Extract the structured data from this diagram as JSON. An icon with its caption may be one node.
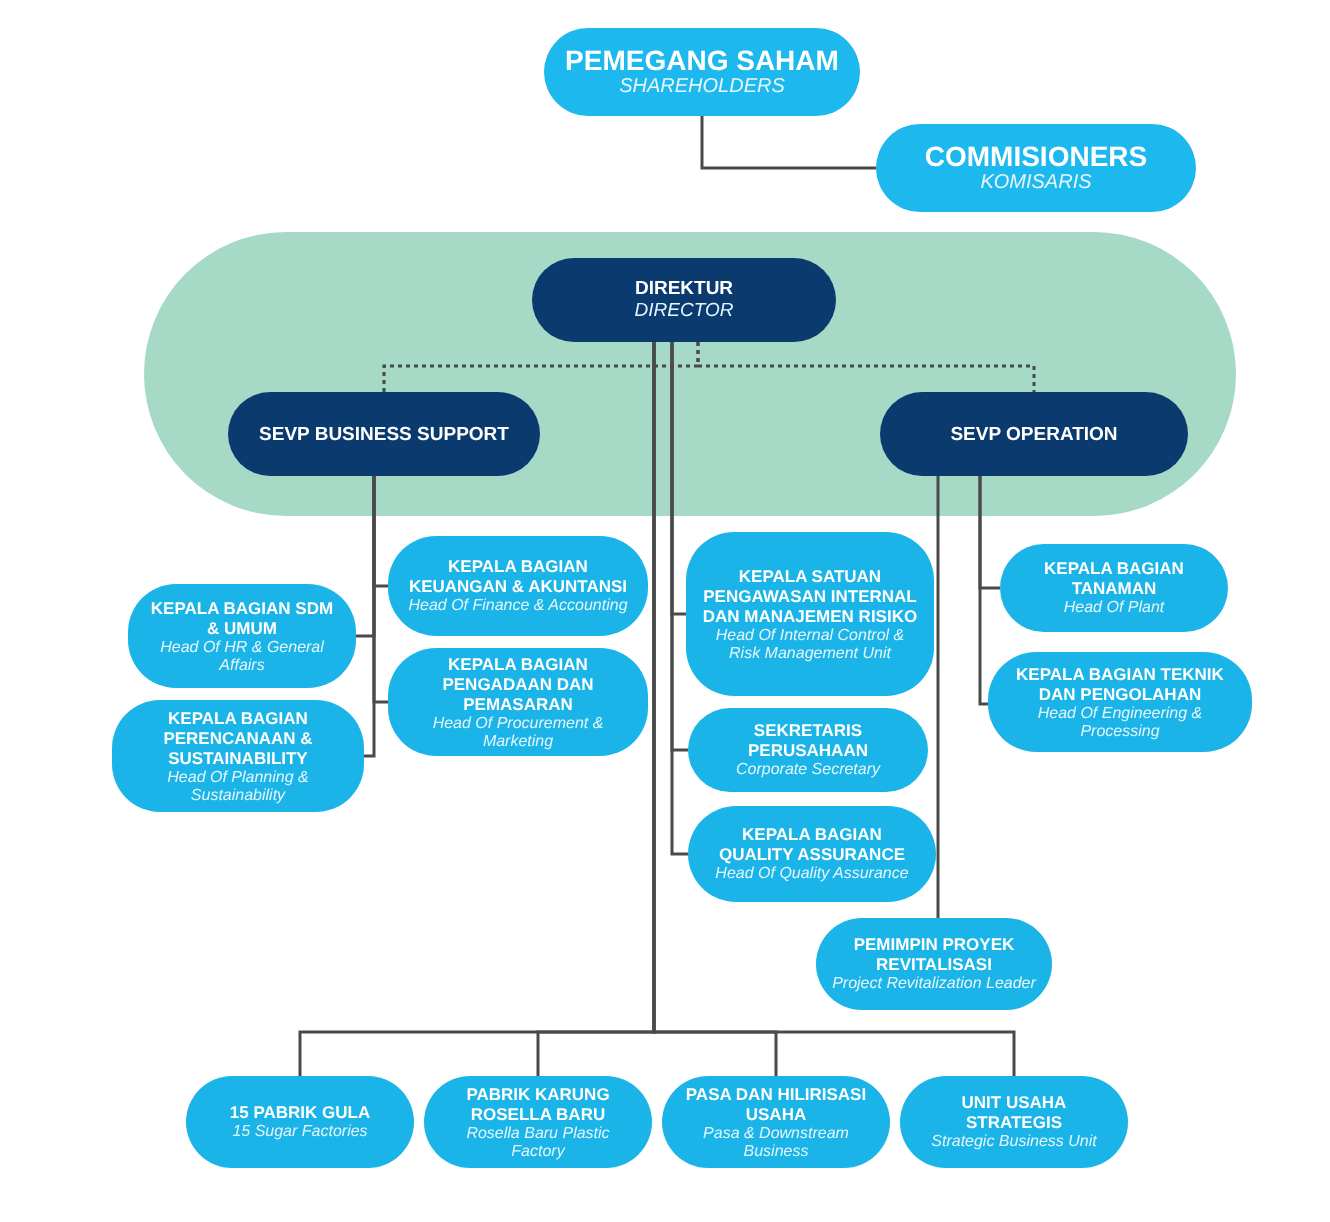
{
  "diagram": {
    "nodes": [
      {
        "text": [
          "PEMEGANG SAHAM",
          "SHAREHOLDERS"
        ]
      },
      {
        "text": [
          "COMMISIONERS",
          "KOMISARIS"
        ]
      },
      {
        "text": [],
        "shape": "band"
      },
      {
        "text": [
          "DIREKTUR",
          "DIRECTOR"
        ],
        "in": 2
      },
      {
        "text": [
          "SEVP BUSINESS SUPPORT"
        ],
        "in": 2
      },
      {
        "text": [
          "SEVP OPERATION"
        ],
        "in": 2
      },
      {
        "text": [
          "KEPALA BAGIAN KEUANGAN & AKUNTANSI",
          "Head Of Finance & Accounting"
        ]
      },
      {
        "text": [
          "KEPALA BAGIAN SDM & UMUM",
          "Head Of HR & General Affairs"
        ]
      },
      {
        "text": [
          "KEPALA BAGIAN PENGADAAN DAN PEMASARAN",
          "Head Of Procurement & Marketing"
        ]
      },
      {
        "text": [
          "KEPALA BAGIAN PERENCANAAN & SUSTAINABILITY",
          "Head Of Planning & Sustainability"
        ]
      },
      {
        "text": [
          "KEPALA SATUAN PENGAWASAN INTERNAL DAN MANAJEMEN RISIKO",
          "Head Of Internal Control & Risk Management Unit"
        ]
      },
      {
        "text": [
          "SEKRETARIS PERUSAHAAN",
          "Corporate Secretary"
        ]
      },
      {
        "text": [
          "KEPALA BAGIAN QUALITY ASSURANCE",
          "Head Of Quality Assurance"
        ]
      },
      {
        "text": [
          "KEPALA BAGIAN TANAMAN",
          "Head Of Plant"
        ]
      },
      {
        "text": [
          "KEPALA BAGIAN TEKNIK DAN PENGOLAHAN",
          "Head Of Engineering & Processing"
        ]
      },
      {
        "text": [
          "PEMIMPIN PROYEK REVITALISASI",
          "Project Revitalization Leader"
        ]
      },
      {
        "text": [
          "15 PABRIK GULA",
          "15 Sugar Factories"
        ]
      },
      {
        "text": [
          "PABRIK KARUNG ROSELLA BARU",
          "Rosella Baru Plastic Factory"
        ]
      },
      {
        "text": [
          "PASA DAN HILIRISASI USAHA",
          "Pasa & Downstream Business"
        ]
      },
      {
        "text": [
          "UNIT USAHA STRATEGIS",
          "Strategic Business Unit"
        ]
      }
    ],
    "edges": [
      {
        "from": 0,
        "to": 1,
        "arrow": "none"
      },
      {
        "from": 3,
        "to": 4,
        "arrow": "none",
        "style": "dashed"
      },
      {
        "from": 3,
        "to": 5,
        "arrow": "none",
        "style": "dashed"
      },
      {
        "from": 4,
        "to": 6,
        "arrow": "none"
      },
      {
        "from": 4,
        "to": 7,
        "arrow": "none"
      },
      {
        "from": 4,
        "to": 8,
        "arrow": "none"
      },
      {
        "from": 4,
        "to": 9,
        "arrow": "none"
      },
      {
        "from": 3,
        "to": 10,
        "arrow": "none"
      },
      {
        "from": 3,
        "to": 11,
        "arrow": "none"
      },
      {
        "from": 3,
        "to": 12,
        "arrow": "none"
      },
      {
        "from": 5,
        "to": 13,
        "arrow": "none"
      },
      {
        "from": 5,
        "to": 14,
        "arrow": "none"
      },
      {
        "from": 5,
        "to": 15,
        "arrow": "none"
      },
      {
        "from": 3,
        "to": 16,
        "arrow": "none"
      },
      {
        "from": 3,
        "to": 17,
        "arrow": "none"
      },
      {
        "from": 3,
        "to": 18,
        "arrow": "none"
      },
      {
        "from": 3,
        "to": 19,
        "arrow": "none"
      }
    ]
  }
}
